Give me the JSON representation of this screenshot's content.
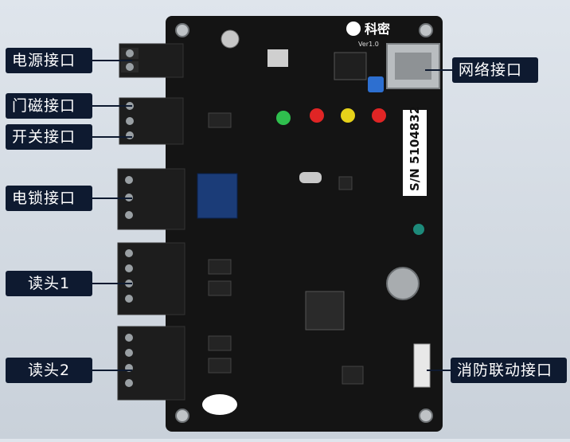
{
  "product": {
    "brand": "科密",
    "version": "Ver1.0",
    "serial": "S/N 5104832"
  },
  "callouts": {
    "power": "电源接口",
    "door_magnet": "门磁接口",
    "switch": "开关接口",
    "electric_lock": "电锁接口",
    "reader1": "读头1",
    "reader2": "读头2",
    "network": "网络接口",
    "fire_link": "消防联动接口"
  }
}
